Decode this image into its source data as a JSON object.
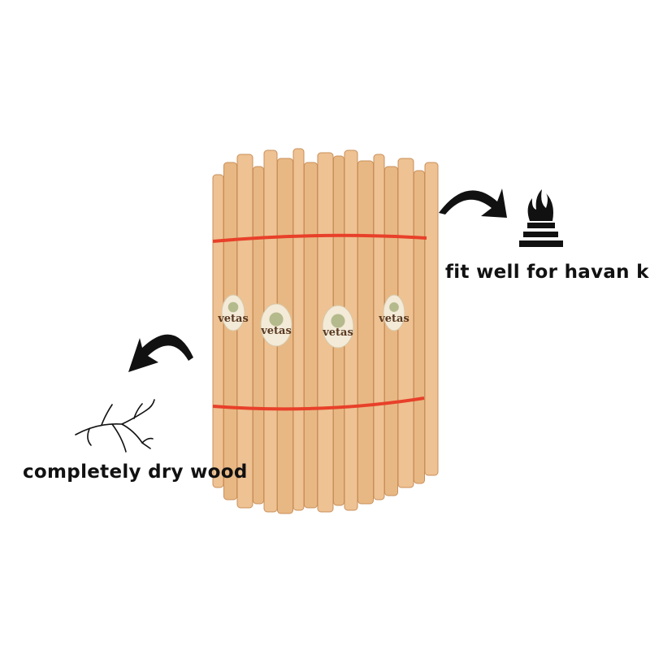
{
  "features": {
    "right": {
      "caption": "fit well for havan kund",
      "icon": "havan-kund-fire-icon"
    },
    "left": {
      "caption": "completely dry wood",
      "icon": "dry-branch-icon"
    }
  },
  "product": {
    "brand": "vetas",
    "tag_count": 4
  },
  "colors": {
    "wood": "#e8b884",
    "wood_dark": "#c98f5a",
    "string": "#e8402a",
    "tag": "#f3ead8",
    "ink": "#111111"
  }
}
